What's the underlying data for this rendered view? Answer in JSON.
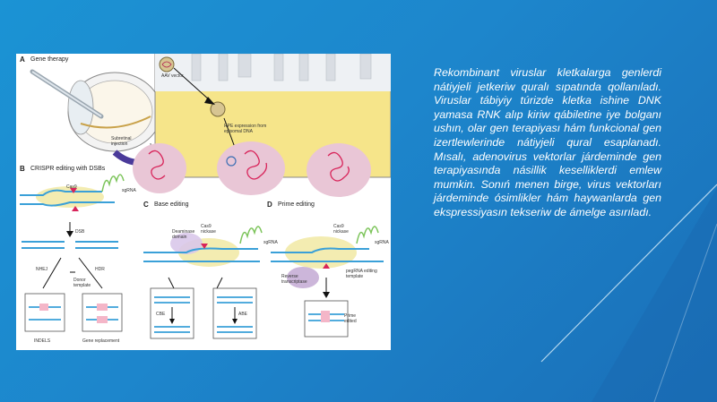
{
  "figure": {
    "a_label": "A",
    "a_title": "Gene therapy",
    "aav_vector": "AAV vector",
    "subretinal": "Subretinal injection",
    "rpe_expression": "RPE expression from episomal DNA",
    "b_label": "B",
    "b_title": "CRISPR editing with DSBs",
    "cas9": "Cas9",
    "sgrna": "sgRNA",
    "dsb": "DSB",
    "nhej": "NHEJ",
    "hdr": "HDR",
    "donor_template": "Donor template",
    "indels": "INDELS",
    "gene_replacement": "Gene replacement",
    "c_label": "C",
    "c_title": "Base editing",
    "deaminase_domain": "Deaminase domain",
    "cas9_nickase": "Cas9 nickase",
    "cbe": "CBE",
    "abe": "ABE",
    "d_label": "D",
    "d_title": "Prime editing",
    "reverse_transcriptase": "Reverse transcriptase",
    "pegrna": "pegRNA editing template",
    "prime_edited": "Prime edited"
  },
  "body": {
    "paragraph": "Rekombinant viruslar kletkalarga genlerdi nátiyjeli jetkeriw quralı sıpatında qollanıladı. Viruslar tábiyiy túrizde kletka ishine DNK yamasa RNK alıp kiriw qábiletine iye bolganı ushın, olar gen terapiyası hám funkcional gen izertlewlerinde nátiyjeli qural esaplanadı. Mısalı, adenovirus vektorlar járdeminde gen terapiyasında násillik keselliklerdi emlew mumkin. Sonıń menen birge, virus vektorları járdeminde ósimlikler hám haywanlarda gen ekspressiyasın tekseriw de ámelge asırıladı."
  },
  "colors": {
    "background": "#1d86cc",
    "figure_bg": "#ffffff",
    "tissue_yellow": "#f6e58a",
    "nucleus_pink": "#e9c6d6",
    "dna_red": "#d8245a",
    "cas9_yellow": "#f2eaa8",
    "dna_blue": "#3aa0d8",
    "accent_purple": "#5b3d8c"
  }
}
